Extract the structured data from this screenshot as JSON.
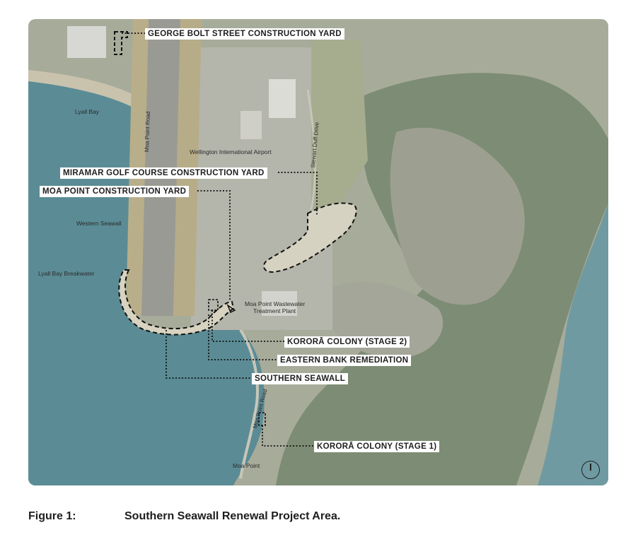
{
  "figure": {
    "number_label": "Figure 1:",
    "title": "Southern Seawall Renewal Project Area."
  },
  "callouts": {
    "george_bolt": "GEORGE BOLT STREET CONSTRUCTION YARD",
    "miramar_golf": "MIRAMAR GOLF COURSE CONSTRUCTION YARD",
    "moa_point_yard": "MOA POINT CONSTRUCTION YARD",
    "korora_stage2": "KORORĀ COLONY (STAGE 2)",
    "eastern_bank": "EASTERN BANK REMEDIATION",
    "southern_seawall": "SOUTHERN SEAWALL",
    "korora_stage1": "KORORĀ COLONY (STAGE 1)"
  },
  "place_names": {
    "lyall_bay": "Lyall Bay",
    "moa_point_road_north": "Moa Point Road",
    "airport": "Wellington International Airport",
    "stewart_duff_drive": "Stewart Duff Drive",
    "western_seawall": "Western Seawall",
    "lyall_bay_breakwater": "Lyall Bay Breakwater",
    "moa_point_wwtp_line1": "Moa Point Wastewater",
    "moa_point_wwtp_line2": "Treatment Plant",
    "moa_point_road_south": "Moa Point Road",
    "moa_point": "Moa Point"
  },
  "icons": {
    "north_arrow": "north-arrow-icon"
  },
  "colors": {
    "sea": "#5b8c95",
    "land": "#a7ab9a",
    "vegetation": "#7d8c74",
    "runway": "#9a9a94",
    "callout_line": "#111111"
  }
}
